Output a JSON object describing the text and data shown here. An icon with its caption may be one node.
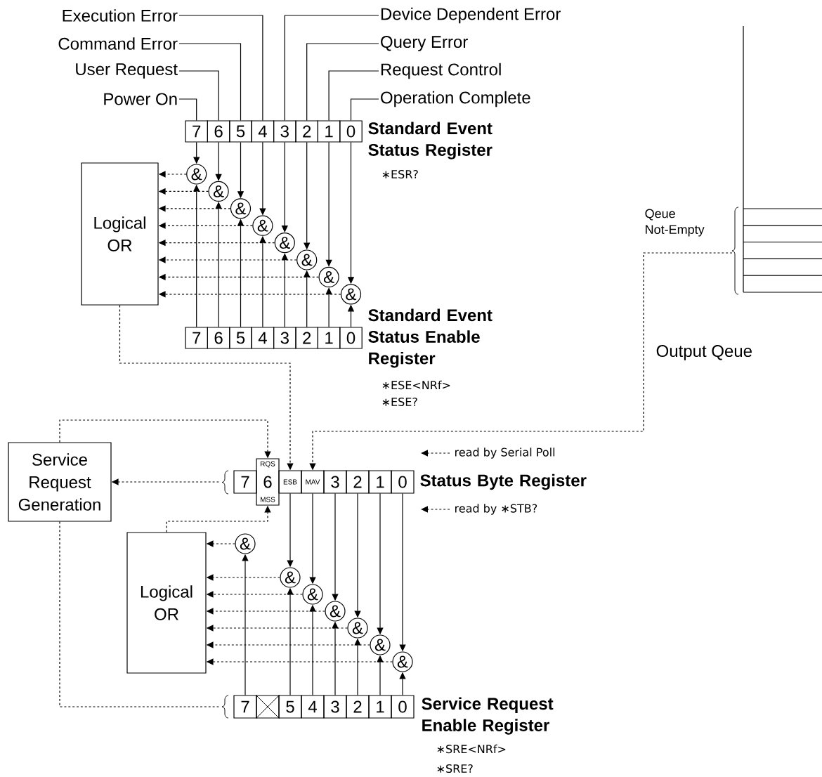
{
  "diagram": {
    "nodes": [
      {
        "text": [
          "Execution Error"
        ]
      },
      {
        "text": [
          "Device Dependent Error"
        ]
      },
      {
        "text": [
          "Command Error"
        ]
      },
      {
        "text": [
          "Query Error"
        ]
      },
      {
        "text": [
          "User Request"
        ]
      },
      {
        "text": [
          "Request Control"
        ]
      },
      {
        "text": [
          "Power On"
        ]
      },
      {
        "text": [
          "Operation Complete"
        ]
      },
      {
        "text": [
          "Standard Event Status Register"
        ],
        "beside": [
          "∗ESR?"
        ]
      },
      {
        "text": [
          "7"
        ],
        "in": 8
      },
      {
        "text": [
          "6"
        ],
        "in": 8
      },
      {
        "text": [
          "5"
        ],
        "in": 8
      },
      {
        "text": [
          "4"
        ],
        "in": 8
      },
      {
        "text": [
          "3"
        ],
        "in": 8
      },
      {
        "text": [
          "2"
        ],
        "in": 8
      },
      {
        "text": [
          "1"
        ],
        "in": 8
      },
      {
        "text": [
          "0"
        ],
        "in": 8
      },
      {
        "text": [
          "Logical OR"
        ]
      },
      {
        "text": [
          "&"
        ]
      },
      {
        "text": [
          "&"
        ]
      },
      {
        "text": [
          "&"
        ]
      },
      {
        "text": [
          "&"
        ]
      },
      {
        "text": [
          "&"
        ]
      },
      {
        "text": [
          "&"
        ]
      },
      {
        "text": [
          "&"
        ]
      },
      {
        "text": [
          "&"
        ]
      },
      {
        "text": [
          "Standard Event Status Enable Register"
        ],
        "beside": [
          "∗ESE<NRf>",
          "∗ESE?"
        ]
      },
      {
        "text": [
          "7"
        ],
        "in": 26
      },
      {
        "text": [
          "6"
        ],
        "in": 26
      },
      {
        "text": [
          "5"
        ],
        "in": 26
      },
      {
        "text": [
          "4"
        ],
        "in": 26
      },
      {
        "text": [
          "3"
        ],
        "in": 26
      },
      {
        "text": [
          "2"
        ],
        "in": 26
      },
      {
        "text": [
          "1"
        ],
        "in": 26
      },
      {
        "text": [
          "0"
        ],
        "in": 26
      },
      {
        "text": [
          "Qeue Not-Empty"
        ],
        "beside": [
          "Output Qeue"
        ]
      },
      {
        "text": [
          "Service Request Generation"
        ]
      },
      {
        "text": [
          "Status Byte Register"
        ]
      },
      {
        "text": [
          "7"
        ],
        "in": 37
      },
      {
        "text": [
          "RQS",
          "6",
          "MSS"
        ],
        "in": 37
      },
      {
        "text": [
          "ESB"
        ],
        "in": 37
      },
      {
        "text": [
          "MAV"
        ],
        "in": 37
      },
      {
        "text": [
          "3"
        ],
        "in": 37
      },
      {
        "text": [
          "2"
        ],
        "in": 37
      },
      {
        "text": [
          "1"
        ],
        "in": 37
      },
      {
        "text": [
          "0"
        ],
        "in": 37
      },
      {
        "text": [
          "Logical OR"
        ]
      },
      {
        "text": [
          "&"
        ]
      },
      {
        "text": [
          "&"
        ]
      },
      {
        "text": [
          "&"
        ]
      },
      {
        "text": [
          "&"
        ]
      },
      {
        "text": [
          "&"
        ]
      },
      {
        "text": [
          "&"
        ]
      },
      {
        "text": [
          "&"
        ]
      },
      {
        "text": [
          "Service Request Enable Register"
        ],
        "beside": [
          "∗SRE<NRf>",
          "∗SRE?"
        ]
      },
      {
        "text": [
          "7"
        ],
        "in": 54
      },
      {
        "text": [],
        "shape": "box",
        "in": 54
      },
      {
        "text": [
          "5"
        ],
        "in": 54
      },
      {
        "text": [
          "4"
        ],
        "in": 54
      },
      {
        "text": [
          "3"
        ],
        "in": 54
      },
      {
        "text": [
          "2"
        ],
        "in": 54
      },
      {
        "text": [
          "1"
        ],
        "in": 54
      },
      {
        "text": [
          "0"
        ],
        "in": 54
      }
    ],
    "edges": [
      {
        "from": 0,
        "to": 12,
        "arrow": "none"
      },
      {
        "from": 1,
        "to": 13,
        "arrow": "none"
      },
      {
        "from": 2,
        "to": 11,
        "arrow": "none"
      },
      {
        "from": 3,
        "to": 14,
        "arrow": "none"
      },
      {
        "from": 4,
        "to": 10,
        "arrow": "none"
      },
      {
        "from": 5,
        "to": 15,
        "arrow": "none"
      },
      {
        "from": 6,
        "to": 9,
        "arrow": "none"
      },
      {
        "from": 7,
        "to": 16,
        "arrow": "none"
      },
      {
        "from": 9,
        "to": 18,
        "arrow": "to"
      },
      {
        "from": 10,
        "to": 19,
        "arrow": "to"
      },
      {
        "from": 11,
        "to": 20,
        "arrow": "to"
      },
      {
        "from": 12,
        "to": 21,
        "arrow": "to"
      },
      {
        "from": 13,
        "to": 22,
        "arrow": "to"
      },
      {
        "from": 14,
        "to": 23,
        "arrow": "to"
      },
      {
        "from": 15,
        "to": 24,
        "arrow": "to"
      },
      {
        "from": 16,
        "to": 25,
        "arrow": "to"
      },
      {
        "from": 27,
        "to": 18,
        "arrow": "to"
      },
      {
        "from": 28,
        "to": 19,
        "arrow": "to"
      },
      {
        "from": 29,
        "to": 20,
        "arrow": "to"
      },
      {
        "from": 30,
        "to": 21,
        "arrow": "to"
      },
      {
        "from": 31,
        "to": 22,
        "arrow": "to"
      },
      {
        "from": 32,
        "to": 23,
        "arrow": "to"
      },
      {
        "from": 33,
        "to": 24,
        "arrow": "to"
      },
      {
        "from": 34,
        "to": 25,
        "arrow": "to"
      },
      {
        "from": 18,
        "to": 17,
        "arrow": "to",
        "style": "dashed"
      },
      {
        "from": 19,
        "to": 17,
        "arrow": "to",
        "style": "dashed"
      },
      {
        "from": 20,
        "to": 17,
        "arrow": "to",
        "style": "dashed"
      },
      {
        "from": 21,
        "to": 17,
        "arrow": "to",
        "style": "dashed"
      },
      {
        "from": 22,
        "to": 17,
        "arrow": "to",
        "style": "dashed"
      },
      {
        "from": 23,
        "to": 17,
        "arrow": "to",
        "style": "dashed"
      },
      {
        "from": 24,
        "to": 17,
        "arrow": "to",
        "style": "dashed"
      },
      {
        "from": 25,
        "to": 17,
        "arrow": "to",
        "style": "dashed"
      },
      {
        "from": 17,
        "to": 40,
        "arrow": "to",
        "style": "dashed"
      },
      {
        "from": 35,
        "to": 41,
        "arrow": "to",
        "style": "dashed"
      },
      {
        "from": 36,
        "to": 39,
        "arrow": "to",
        "style": "dashed"
      },
      {
        "from": 37,
        "to": 36,
        "arrow": "to",
        "style": "dashed"
      },
      {
        "from": 46,
        "to": 39,
        "arrow": "to",
        "style": "dashed"
      },
      {
        "from": 40,
        "to": 48,
        "arrow": "to"
      },
      {
        "from": 41,
        "to": 49,
        "arrow": "to"
      },
      {
        "from": 42,
        "to": 50,
        "arrow": "to"
      },
      {
        "from": 43,
        "to": 51,
        "arrow": "to"
      },
      {
        "from": 44,
        "to": 52,
        "arrow": "to"
      },
      {
        "from": 45,
        "to": 53,
        "arrow": "to"
      },
      {
        "from": 55,
        "to": 47,
        "arrow": "to"
      },
      {
        "from": 57,
        "to": 48,
        "arrow": "to"
      },
      {
        "from": 58,
        "to": 49,
        "arrow": "to"
      },
      {
        "from": 59,
        "to": 50,
        "arrow": "to"
      },
      {
        "from": 60,
        "to": 51,
        "arrow": "to"
      },
      {
        "from": 61,
        "to": 52,
        "arrow": "to"
      },
      {
        "from": 62,
        "to": 53,
        "arrow": "to"
      },
      {
        "from": 47,
        "to": 46,
        "arrow": "to",
        "style": "dashed"
      },
      {
        "from": 48,
        "to": 46,
        "arrow": "to",
        "style": "dashed"
      },
      {
        "from": 49,
        "to": 46,
        "arrow": "to",
        "style": "dashed"
      },
      {
        "from": 50,
        "to": 46,
        "arrow": "to",
        "style": "dashed"
      },
      {
        "from": 51,
        "to": 46,
        "arrow": "to",
        "style": "dashed"
      },
      {
        "from": 52,
        "to": 46,
        "arrow": "to",
        "style": "dashed"
      },
      {
        "from": 53,
        "to": 46,
        "arrow": "to",
        "style": "dashed"
      },
      {
        "from": 36,
        "to": 54,
        "arrow": "none",
        "style": "dashed"
      }
    ],
    "labels": [
      "read by Serial Poll",
      "read by ∗STB?"
    ]
  }
}
